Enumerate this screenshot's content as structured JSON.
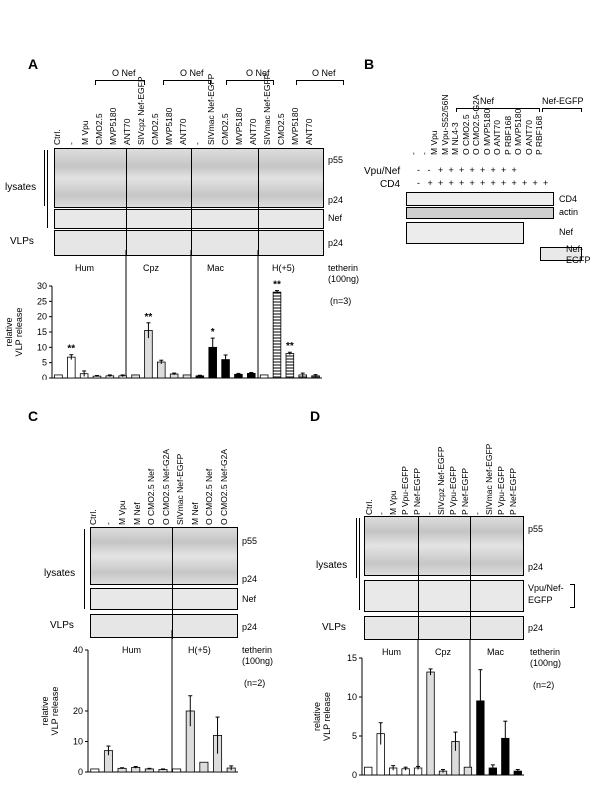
{
  "panels": {
    "A": {
      "label": "A",
      "top_groups": [
        "O Nef",
        "O Nef",
        "O Nef"
      ],
      "lanes": [
        "Ctrl.",
        "-",
        "M Vpu",
        "CMO2.5",
        "MVP5180",
        "ANT70",
        "SIVcpz Nef-EGFP",
        "CMO2.5",
        "MVP5180",
        "ANT70",
        "-",
        "SIVmac Nef-EGFP",
        "CMO2.5",
        "MVP5180",
        "ANT70",
        "SIVmac Nef-EGFP",
        "CMO2.5",
        "MVP5180",
        "ANT70"
      ],
      "lysates": "lysates",
      "vlps": "VLPs",
      "bands": [
        "p55",
        "p24",
        "Nef",
        "p24"
      ],
      "groups": [
        "Hum",
        "Cpz",
        "Mac",
        "H(+5)"
      ],
      "tetherin": "tetherin",
      "tetherin_amt": "(100ng)",
      "n": "(n=3)",
      "ylabel1": "relative",
      "ylabel2": "VLP release",
      "yticks": [
        "30",
        "25",
        "20",
        "15",
        "10",
        "5",
        "0"
      ],
      "stars": [
        "**",
        "**",
        "*",
        "**",
        "**"
      ]
    },
    "B": {
      "label": "B",
      "top_groups": [
        "Nef",
        "Nef-EGFP"
      ],
      "lanes": [
        "-",
        "-",
        "M Vpu",
        "M Vpu-S52/56N",
        "M NL4-3",
        "O CMO2.5",
        "O CMO2.5-G2A",
        "O MVP5180",
        "O ANT70",
        "P RBF168",
        "O MVP5180",
        "O ANT70",
        "P RBF168"
      ],
      "row1": "Vpu/Nef",
      "row2": "CD4",
      "row1_vals": [
        "-",
        "-",
        "+",
        "+",
        "+",
        "+",
        "+",
        "+",
        "+",
        "+"
      ],
      "row2_vals": [
        "-",
        "+",
        "+",
        "+",
        "+",
        "+",
        "+",
        "+",
        "+",
        "+",
        "+",
        "+",
        "+"
      ],
      "bands": [
        "CD4",
        "actin",
        "Nef",
        "Nef-",
        "EGFP"
      ]
    },
    "C": {
      "label": "C",
      "lanes": [
        "Ctrl.",
        "-",
        "M Vpu",
        "M Nef",
        "O CMO2.5 Nef",
        "O CMO2.5 Nef-G2A",
        "SIVmac Nef-EGFP",
        "M Nef",
        "O CMO2.5 Nef",
        "O CMO2.5 Nef-G2A"
      ],
      "lysates": "lysates",
      "vlps": "VLPs",
      "bands": [
        "p55",
        "p24",
        "Nef",
        "p24"
      ],
      "groups": [
        "Hum",
        "H(+5)"
      ],
      "tetherin": "tetherin",
      "tetherin_amt": "(100ng)",
      "n": "(n=2)",
      "ylabel1": "relative",
      "ylabel2": "VLP release",
      "yticks": [
        "40",
        "20",
        "10",
        "0"
      ]
    },
    "D": {
      "label": "D",
      "lanes": [
        "Ctrl.",
        "-",
        "M Vpu",
        "P Vpu-EGFP",
        "P Nef-EGFP",
        "-",
        "SIVcpz Nef-EGFP",
        "P Vpu-EGFP",
        "P Nef-EGFP",
        "-",
        "SIVmac Nef-EGFP",
        "P Vpu-EGFP",
        "P Nef-EGFP"
      ],
      "lysates": "lysates",
      "vlps": "VLPs",
      "bands": [
        "p55",
        "p24",
        "Vpu/Nef-",
        "EGFP",
        "p24"
      ],
      "groups": [
        "Hum",
        "Cpz",
        "Mac"
      ],
      "tetherin": "tetherin",
      "tetherin_amt": "(100ng)",
      "n": "(n=2)",
      "ylabel1": "relative",
      "ylabel2": "VLP release",
      "yticks": [
        "15",
        "10",
        "5",
        "0"
      ]
    }
  },
  "chart_data": [
    {
      "panel": "A",
      "type": "bar",
      "ylim": [
        0,
        30
      ],
      "values": [
        1,
        6.8,
        1.4,
        0.6,
        0.7,
        0.7,
        1,
        15.5,
        5.2,
        1.3,
        1,
        0.7,
        10,
        6,
        1.2,
        1.5,
        1,
        28,
        8,
        1,
        0.7
      ],
      "errors": [
        0,
        0.8,
        0.9,
        0.2,
        0.3,
        0.3,
        0,
        2.5,
        0.6,
        0.3,
        0,
        0.2,
        3,
        1.5,
        0.3,
        0.3,
        0,
        0.5,
        0.4,
        0.6,
        0.4
      ],
      "fills": [
        "white",
        "white",
        "white",
        "white",
        "white",
        "white",
        "light",
        "light",
        "light",
        "light",
        "light",
        "black",
        "black",
        "black",
        "black",
        "black",
        "white",
        "hatch",
        "hatch",
        "hatch",
        "hatch"
      ]
    },
    {
      "panel": "C",
      "type": "bar",
      "ylim": [
        0,
        40
      ],
      "values": [
        1,
        7,
        1.2,
        1.5,
        1,
        0.8,
        1,
        20,
        3.2,
        12,
        1.3
      ],
      "errors": [
        0,
        1.5,
        0.2,
        0.3,
        0.2,
        0.2,
        0,
        5,
        0,
        6,
        0.7
      ]
    },
    {
      "panel": "D",
      "type": "bar",
      "ylim": [
        0,
        15
      ],
      "values": [
        1,
        5.3,
        0.9,
        0.8,
        0.9,
        13.2,
        0.5,
        4.3,
        1,
        9.5,
        0.9,
        4.7,
        0.5
      ],
      "errors": [
        0,
        1.4,
        0.3,
        0.2,
        0.2,
        0.4,
        0.2,
        1.2,
        0,
        4,
        0.4,
        2.2,
        0.2
      ],
      "fills": [
        "white",
        "white",
        "white",
        "white",
        "white",
        "light",
        "light",
        "light",
        "light",
        "black",
        "black",
        "black",
        "black"
      ]
    }
  ]
}
